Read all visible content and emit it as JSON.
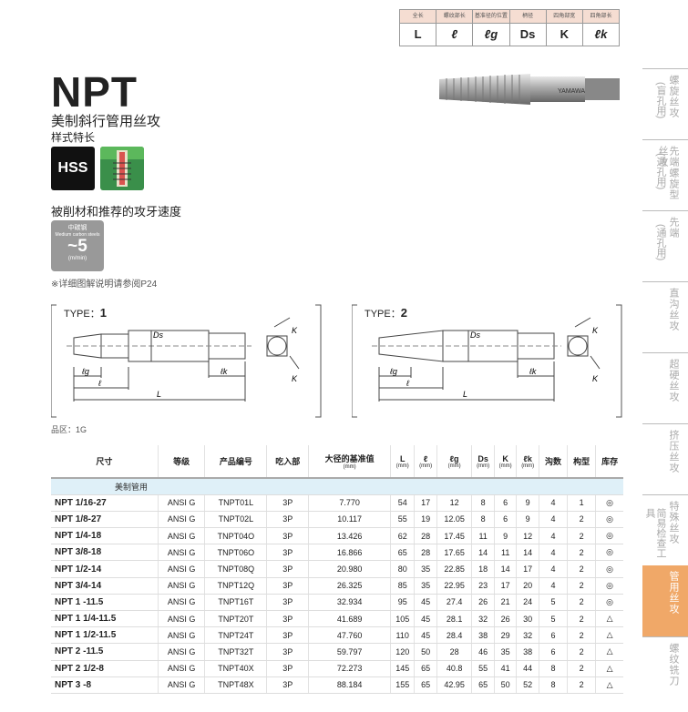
{
  "legend": [
    {
      "caption": "全长",
      "symbol": "L"
    },
    {
      "caption": "螺纹部长",
      "symbol": "ℓ"
    },
    {
      "caption": "基准径的位置",
      "symbol": "ℓg"
    },
    {
      "caption": "柄径",
      "symbol": "Ds"
    },
    {
      "caption": "四角部宽",
      "symbol": "K"
    },
    {
      "caption": "四角部长",
      "symbol": "ℓk"
    }
  ],
  "product": {
    "title": "NPT",
    "subtitle": "美制斜行管用丝攻",
    "style": "样式特长",
    "material_badge": "HSS",
    "brand_on_tool": "YAMAWA"
  },
  "speed": {
    "heading": "被削材和推荐的攻牙速度",
    "material_cn": "中碳钢",
    "material_en": "Medium carbon steels",
    "tilde": "~",
    "value": "5",
    "unit": "(m/min)",
    "note": "※详细图解说明请参阅P24"
  },
  "side_tabs": [
    {
      "line1": "螺旋丝攻",
      "line2": "(盲孔用)",
      "active": false
    },
    {
      "line1": "先端螺旋型丝攻",
      "line2": "(通孔用)",
      "active": false
    },
    {
      "line1": "先端",
      "line2": "(通孔用)",
      "active": false
    },
    {
      "line1": "直沟丝攻",
      "line2": "",
      "active": false
    },
    {
      "line1": "超硬丝攻",
      "line2": "",
      "active": false
    },
    {
      "line1": "挤压丝攻",
      "line2": "",
      "active": false
    },
    {
      "line1": "特殊丝攻",
      "line2": "简易检查工具",
      "active": false
    },
    {
      "line1": "管用丝攻",
      "line2": "",
      "active": true
    },
    {
      "line1": "螺纹铣刀",
      "line2": "",
      "active": false
    }
  ],
  "diagrams": [
    {
      "type_label": "TYPE：",
      "type_num": "1"
    },
    {
      "type_label": "TYPE：",
      "type_num": "2"
    }
  ],
  "dim_labels": {
    "L": "L",
    "l": "ℓ",
    "lg": "ℓg",
    "Ds": "Ds",
    "K": "K",
    "lk": "ℓk"
  },
  "region": "品区：1G",
  "table": {
    "headers": [
      {
        "label": "尺寸",
        "sub": ""
      },
      {
        "label": "等级",
        "sub": ""
      },
      {
        "label": "产品编号",
        "sub": ""
      },
      {
        "label": "吃入部",
        "sub": ""
      },
      {
        "label": "大径的基准值",
        "sub": "(mm)"
      },
      {
        "label": "L",
        "sub": "(mm)"
      },
      {
        "label": "ℓ",
        "sub": "(mm)"
      },
      {
        "label": "ℓg",
        "sub": "(mm)"
      },
      {
        "label": "Ds",
        "sub": "(mm)"
      },
      {
        "label": "K",
        "sub": "(mm)"
      },
      {
        "label": "ℓk",
        "sub": "(mm)"
      },
      {
        "label": "沟数",
        "sub": ""
      },
      {
        "label": "构型",
        "sub": ""
      },
      {
        "label": "库存",
        "sub": ""
      }
    ],
    "group": "美制管用",
    "rows": [
      [
        "NPT 1/16-27",
        "ANSI G",
        "TNPT01L",
        "3P",
        "7.770",
        "54",
        "17",
        "12",
        "8",
        "6",
        "9",
        "4",
        "1",
        "◎"
      ],
      [
        "NPT 1/8-27",
        "ANSI G",
        "TNPT02L",
        "3P",
        "10.117",
        "55",
        "19",
        "12.05",
        "8",
        "6",
        "9",
        "4",
        "2",
        "◎"
      ],
      [
        "NPT 1/4-18",
        "ANSI G",
        "TNPT04O",
        "3P",
        "13.426",
        "62",
        "28",
        "17.45",
        "11",
        "9",
        "12",
        "4",
        "2",
        "◎"
      ],
      [
        "NPT 3/8-18",
        "ANSI G",
        "TNPT06O",
        "3P",
        "16.866",
        "65",
        "28",
        "17.65",
        "14",
        "11",
        "14",
        "4",
        "2",
        "◎"
      ],
      [
        "NPT 1/2-14",
        "ANSI G",
        "TNPT08Q",
        "3P",
        "20.980",
        "80",
        "35",
        "22.85",
        "18",
        "14",
        "17",
        "4",
        "2",
        "◎"
      ],
      [
        "NPT 3/4-14",
        "ANSI G",
        "TNPT12Q",
        "3P",
        "26.325",
        "85",
        "35",
        "22.95",
        "23",
        "17",
        "20",
        "4",
        "2",
        "◎"
      ],
      [
        "NPT 1 -11.5",
        "ANSI G",
        "TNPT16T",
        "3P",
        "32.934",
        "95",
        "45",
        "27.4",
        "26",
        "21",
        "24",
        "5",
        "2",
        "◎"
      ],
      [
        "NPT 1 1/4-11.5",
        "ANSI G",
        "TNPT20T",
        "3P",
        "41.689",
        "105",
        "45",
        "28.1",
        "32",
        "26",
        "30",
        "5",
        "2",
        "△"
      ],
      [
        "NPT 1 1/2-11.5",
        "ANSI G",
        "TNPT24T",
        "3P",
        "47.760",
        "110",
        "45",
        "28.4",
        "38",
        "29",
        "32",
        "6",
        "2",
        "△"
      ],
      [
        "NPT 2 -11.5",
        "ANSI G",
        "TNPT32T",
        "3P",
        "59.797",
        "120",
        "50",
        "28",
        "46",
        "35",
        "38",
        "6",
        "2",
        "△"
      ],
      [
        "NPT 2 1/2-8",
        "ANSI G",
        "TNPT40X",
        "3P",
        "72.273",
        "145",
        "65",
        "40.8",
        "55",
        "41",
        "44",
        "8",
        "2",
        "△"
      ],
      [
        "NPT 3 -8",
        "ANSI G",
        "TNPT48X",
        "3P",
        "88.184",
        "155",
        "65",
        "42.95",
        "65",
        "50",
        "52",
        "8",
        "2",
        "△"
      ]
    ]
  }
}
